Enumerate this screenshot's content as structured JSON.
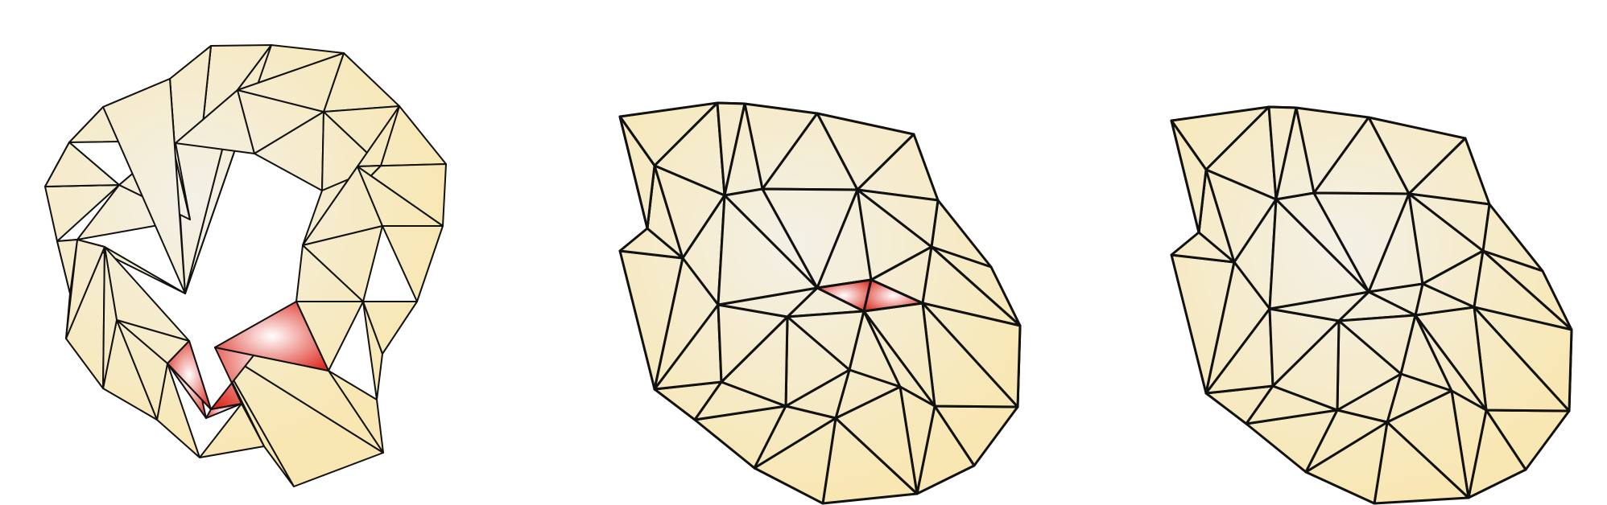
{
  "figure": {
    "panels": [
      {
        "id": "mesh-left",
        "state": "mesh with a hole and overlapping highlighted triangles"
      },
      {
        "id": "mesh-mid",
        "state": "filled mesh with highlighted triangles"
      },
      {
        "id": "mesh-right",
        "state": "final filled mesh"
      }
    ]
  },
  "colors": {
    "fill_center": "#f3f0e6",
    "fill_edge": "#f8e7b3",
    "highlight_center": "#ffffff",
    "highlight_edge": "#dd2a1f",
    "stroke": "#111111"
  }
}
